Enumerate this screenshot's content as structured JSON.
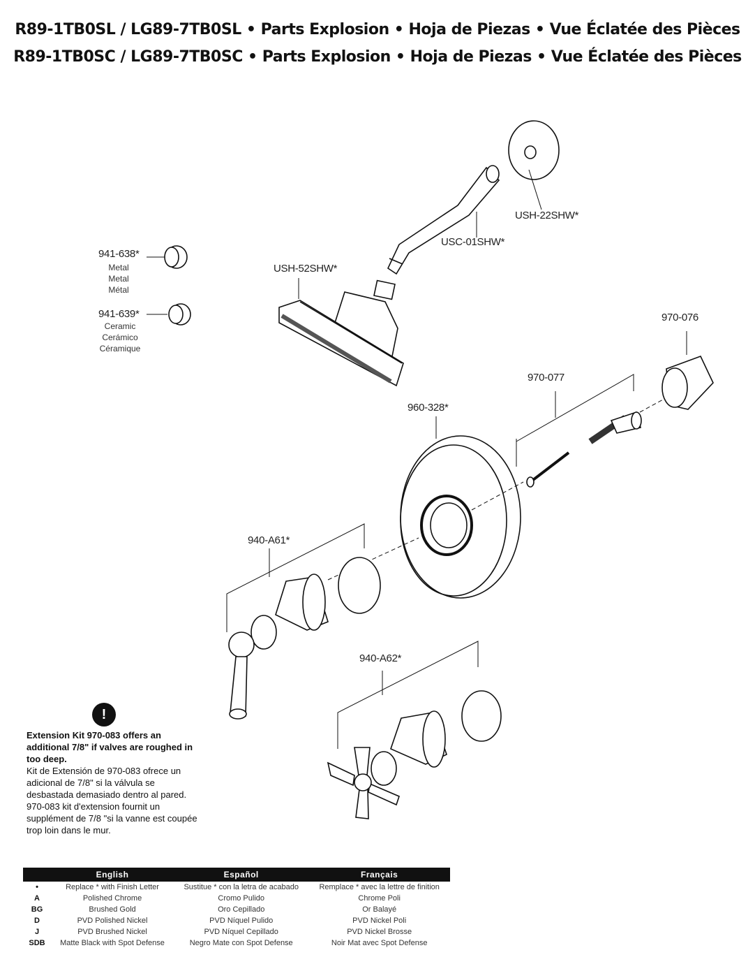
{
  "titles": {
    "line1": "R89-1TB0SL / LG89-7TB0SL  •  Parts Explosion  •  Hoja de Piezas  •  Vue Éclatée des Pièces",
    "line2": "R89-1TB0SC / LG89-7TB0SC  •  Parts Explosion  •  Hoja de Piezas  •  Vue Éclatée des Pièces"
  },
  "parts": {
    "flange": "USH-22SHW*",
    "arm": "USC-01SHW*",
    "showerhead": "USH-52SHW*",
    "cap_metal": "941-638*",
    "cap_metal_names": [
      "Metal",
      "Metal",
      "Métal"
    ],
    "cap_ceramic": "941-639*",
    "cap_ceramic_names": [
      "Ceramic",
      "Cerámico",
      "Céramique"
    ],
    "sleeve": "970-076",
    "screw_kit": "970-077",
    "escutcheon": "960-328*",
    "lever_handle": "940-A61*",
    "cross_handle": "940-A62*"
  },
  "note": {
    "icon": "!",
    "en": "Extension Kit 970-083 offers an additional 7/8\" if valves are roughed in too deep.",
    "es": "Kit de Extensión de 970-083 ofrece un adicional de 7/8\" si la válvula se desbastada demasiado dentro al pared.",
    "fr": "970-083 kit d'extension fournit un supplément de 7/8 \"si la vanne est coupée trop loin dans le mur."
  },
  "finish_table": {
    "headers": [
      "",
      "English",
      "Español",
      "Français"
    ],
    "rows": [
      [
        "•",
        "Replace * with Finish Letter",
        "Sustitue * con la letra de acabado",
        "Remplace * avec la lettre de finition"
      ],
      [
        "A",
        "Polished Chrome",
        "Cromo Pulido",
        "Chrome Poli"
      ],
      [
        "BG",
        "Brushed Gold",
        "Oro Cepillado",
        "Or Balayé"
      ],
      [
        "D",
        "PVD Polished Nickel",
        "PVD Níquel Pulido",
        "PVD Nickel Poli"
      ],
      [
        "J",
        "PVD Brushed Nickel",
        "PVD Níquel Cepillado",
        "PVD Nickel Brosse"
      ],
      [
        "SDB",
        "Matte Black with Spot Defense",
        "Negro Mate con Spot Defense",
        "Noir Mat avec Spot Defense"
      ]
    ]
  }
}
